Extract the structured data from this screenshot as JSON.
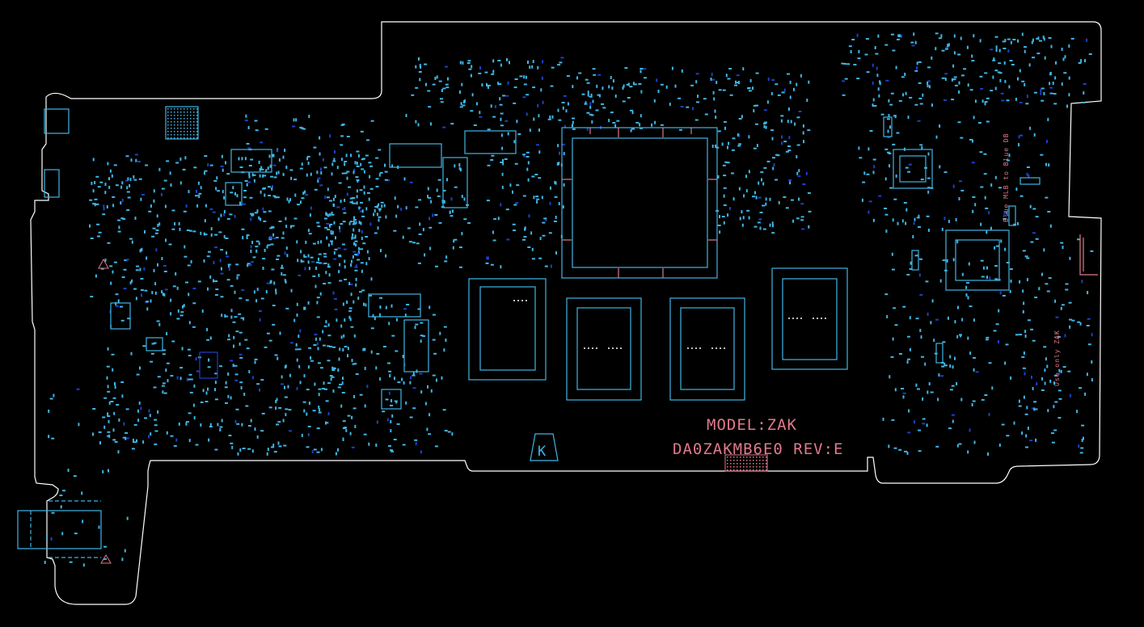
{
  "board": {
    "model_label": "MODEL:ZAK",
    "part_label": "DA0ZAKMB6E0 REV:E",
    "side_marker": "K",
    "note_top_right": "Blue MLB to Blue DB",
    "note_right": "Use only ZAK"
  },
  "colors": {
    "background": "#000000",
    "outline": "#ffffff",
    "component": "#3fb6e6",
    "component_dark": "#1e40c8",
    "label": "#e07a8c"
  }
}
